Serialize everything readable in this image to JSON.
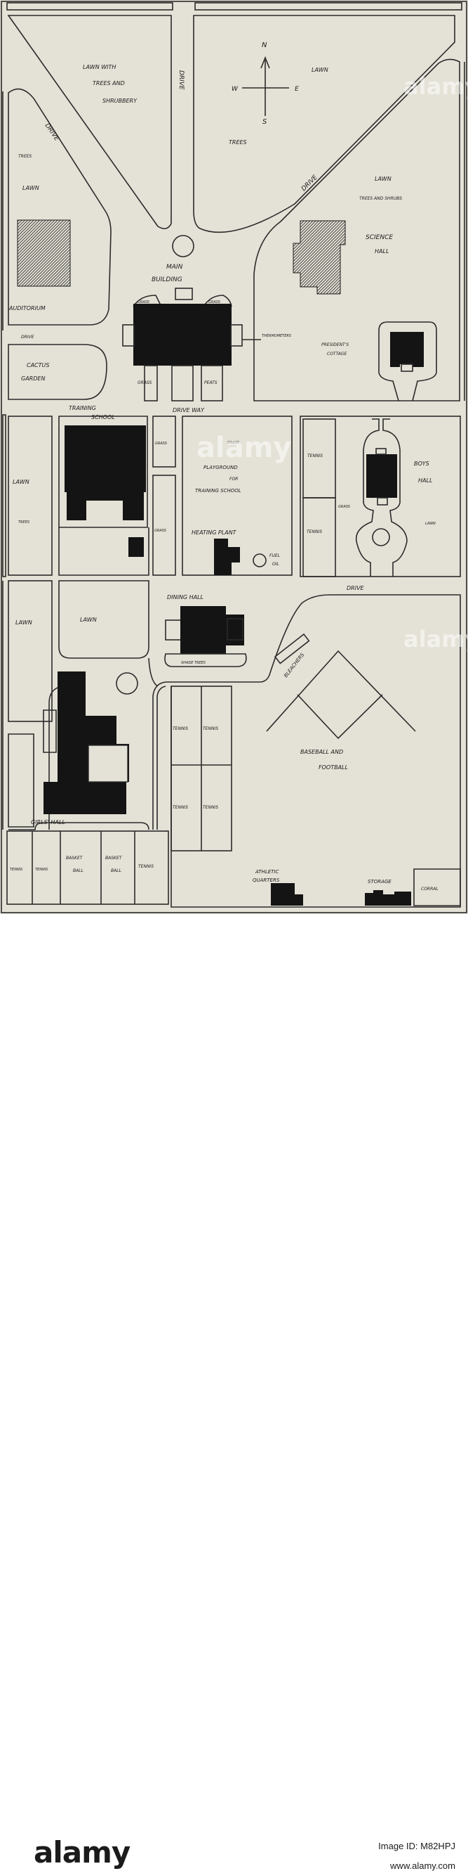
{
  "map": {
    "compass": {
      "n": "N",
      "s": "S",
      "e": "E",
      "w": "W"
    },
    "labels": {
      "lawn_trees_shrubbery": [
        "LAWN WITH",
        "TREES AND",
        "SHRUBBERY"
      ],
      "drive_vertical": "DRIVE",
      "drive_diagonal_left": "DRIVE",
      "drive_diagonal_right": "DRIVE",
      "lawn_top_right": "LAWN",
      "trees_compass": "TREES",
      "trees_left": "TREES",
      "lawn_left": "LAWN",
      "lawn_trees_shrubs": [
        "LAWN",
        "TREES AND SHRUBS"
      ],
      "science_hall": [
        "SCIENCE",
        "HALL"
      ],
      "main_building": [
        "MAIN",
        "BUILDING"
      ],
      "grass_a": "GRASS",
      "grass_b": "GRASS",
      "auditorium": "AUDITORIUM",
      "thermometers": "THERMOMETERS",
      "presidents_cottage": [
        "PRESIDENT'S",
        "COTTAGE"
      ],
      "drive_mid_left": "DRIVE",
      "cactus_garden": [
        "CACTUS",
        "GARDEN"
      ],
      "grass_c": "GRASS",
      "peats": "PEATS",
      "training_school": [
        "TRAINING",
        "SCHOOL"
      ],
      "drive_way": "DRIVE WAY",
      "grass_d": "GRASS",
      "grass_play": "GRASS",
      "playground": [
        "PLAYGROUND",
        "FOR",
        "TRAINING SCHOOL"
      ],
      "tennis_a": "TENNIS",
      "tennis_b": "TENNIS",
      "grass_e": "GRASS",
      "boys_hall": [
        "BOYS",
        "HALL"
      ],
      "lawn_mid_left": "LAWN",
      "trees_mid_left": "TREES",
      "grass_f": "GRASS",
      "heating_plant": "HEATING PLANT",
      "fuel_oil": [
        "FUEL",
        "OIL"
      ],
      "lawn_boys": "LAWN",
      "drive_right": "DRIVE",
      "dining_hall": "DINING HALL",
      "lawn_low_a": "LAWN",
      "lawn_low_b": "LAWN",
      "shade_trees": "SHADE TREES",
      "bleachers": "BLEACHERS",
      "tennis_c": "TENNIS",
      "tennis_d": "TENNIS",
      "tennis_e": "TENNIS",
      "tennis_f": "TENNIS",
      "baseball_football": [
        "BASEBALL AND",
        "FOOTBALL"
      ],
      "girls_hall": "GIRLS' HALL",
      "tennis_g": "TENNIS",
      "tennis_h": "TENNIS",
      "basket_ball_a": [
        "BASKET",
        "BALL"
      ],
      "basket_ball_b": [
        "BASKET",
        "BALL"
      ],
      "tennis_i": "TENNIS",
      "athletic_quarters": [
        "ATHLETIC",
        "QUARTERS"
      ],
      "storage": "STORAGE",
      "corral": "CORRAL"
    }
  },
  "watermark": {
    "side_text": "alamy",
    "brand": "alamy",
    "image_id": "Image ID: M82HPJ",
    "url": "www.alamy.com"
  },
  "colors": {
    "paper": "#e4e1d6",
    "ink": "#141414"
  }
}
